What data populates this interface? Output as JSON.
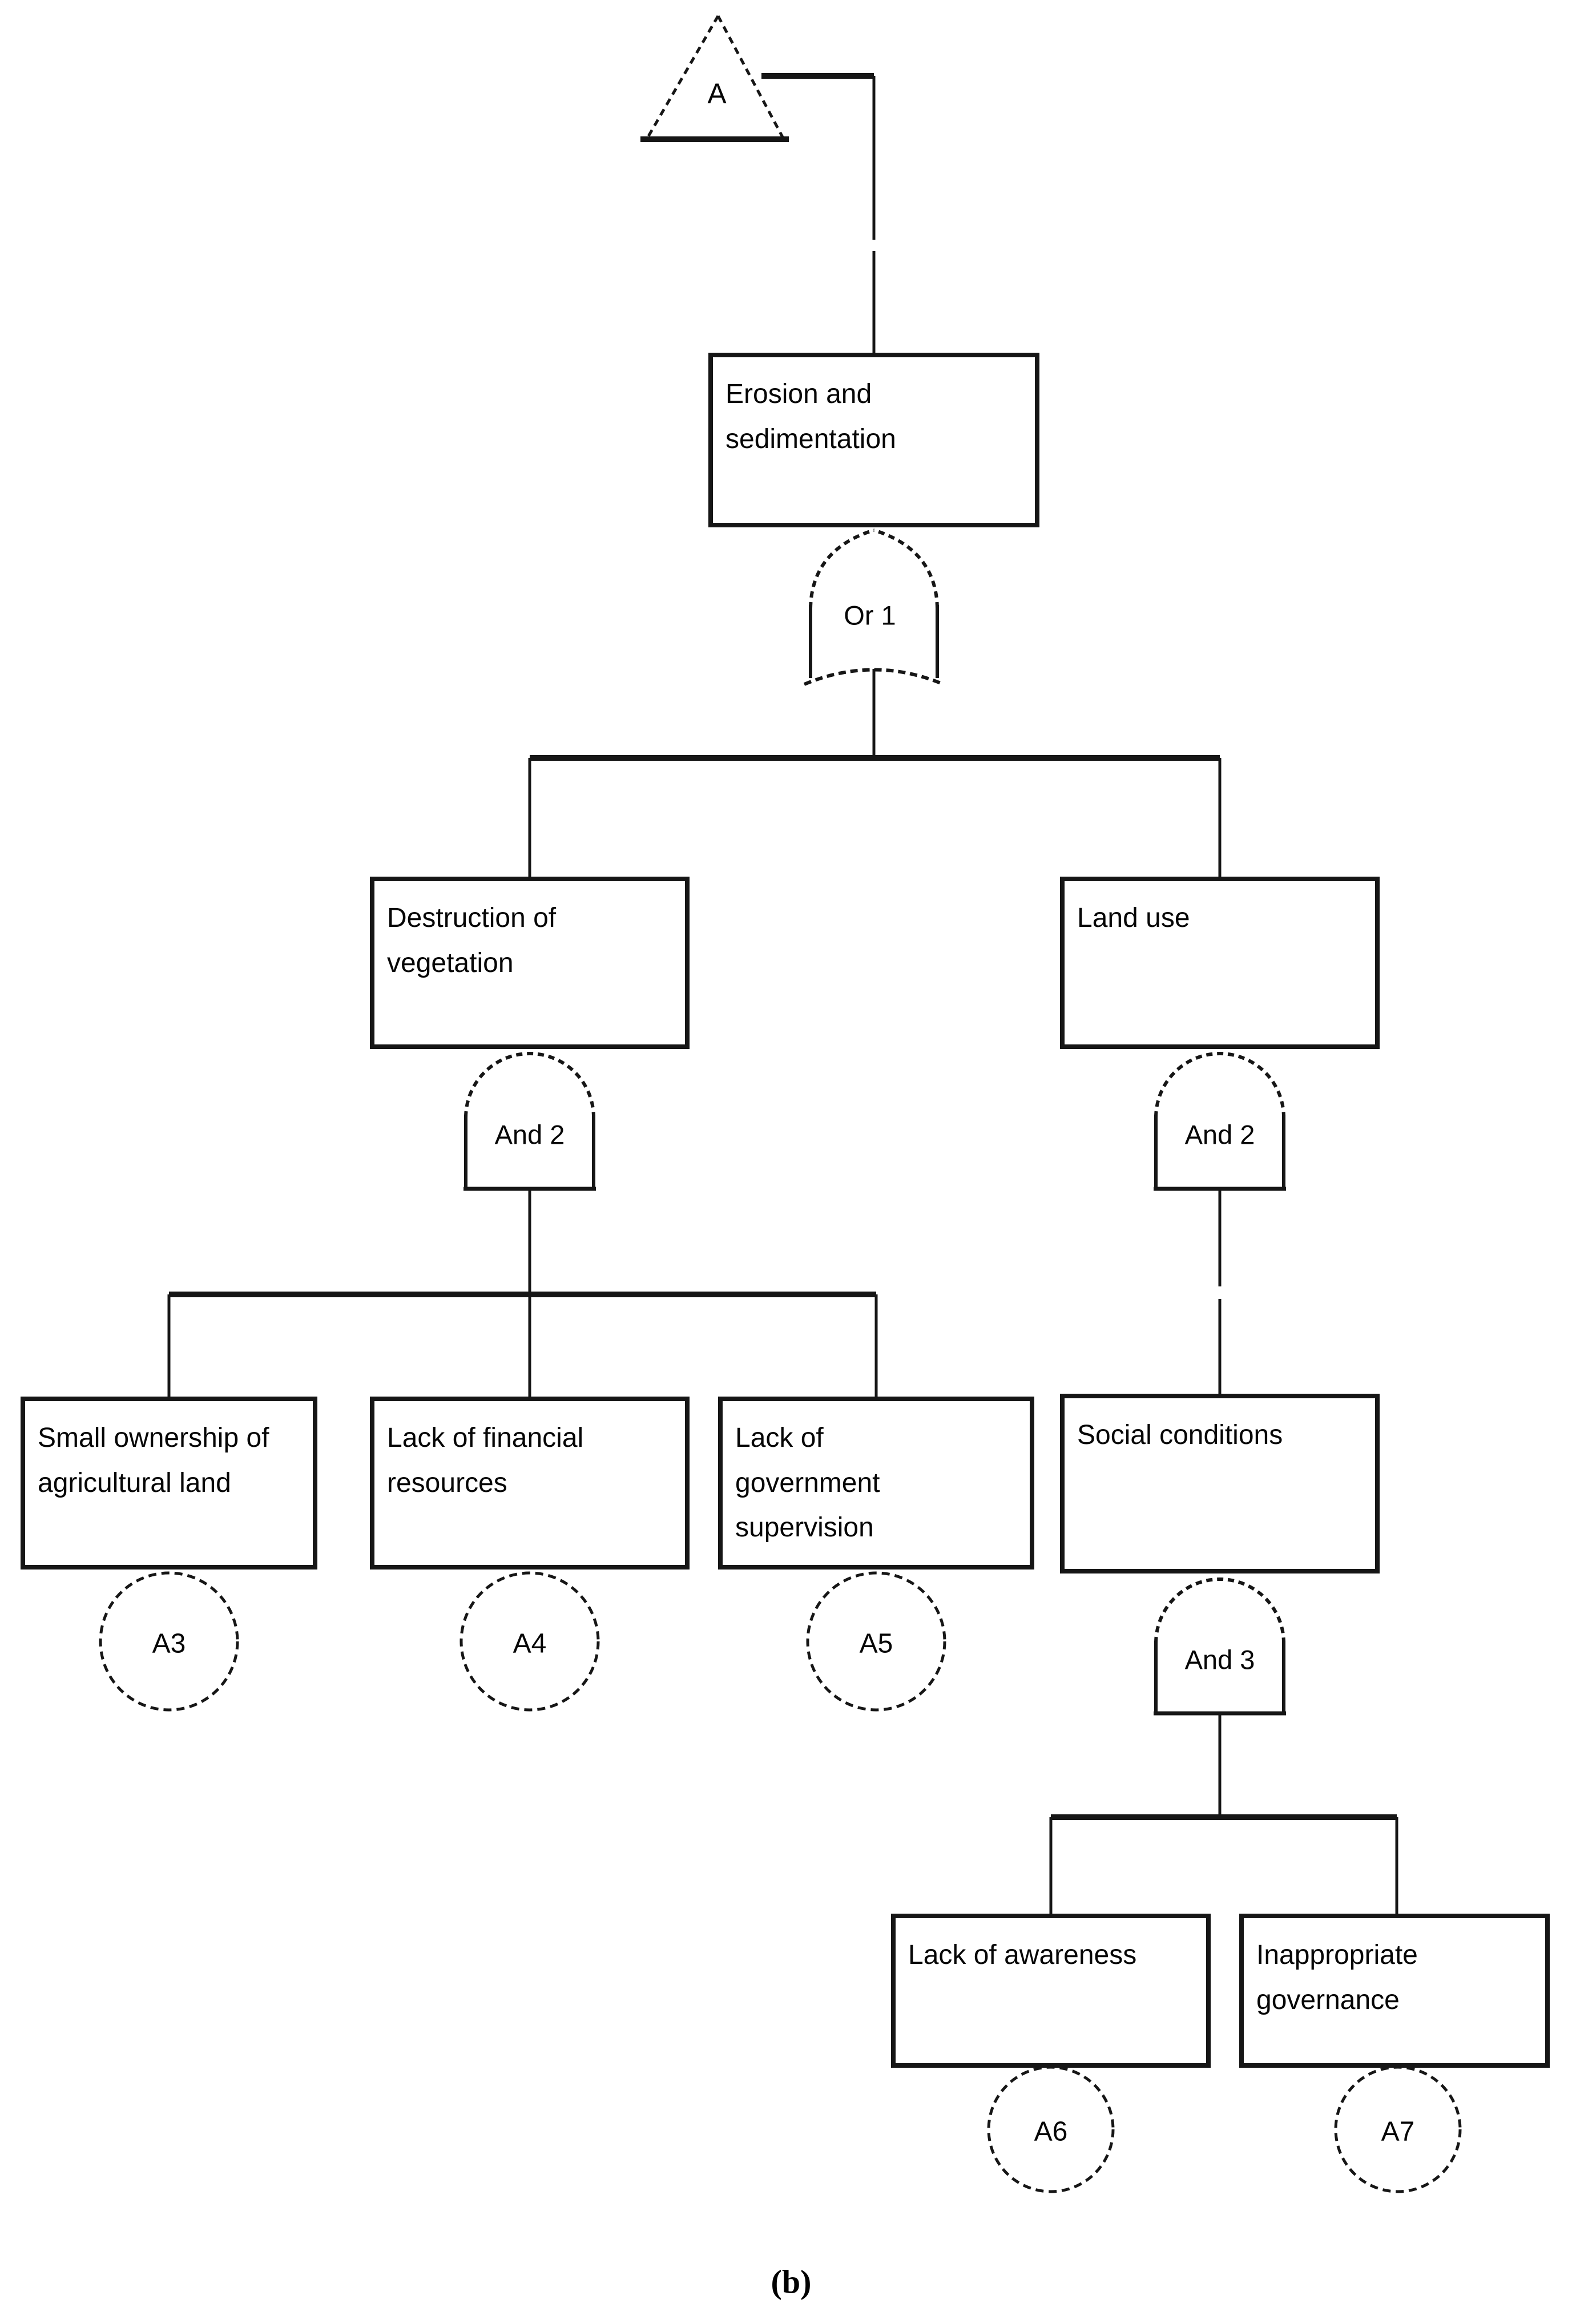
{
  "figure": {
    "caption": "(b)",
    "colors": {
      "background": "#ffffff",
      "line": "#161616",
      "text": "#060606"
    }
  },
  "diagram": {
    "type": "fault-tree",
    "transfer": {
      "label": "A"
    },
    "events": {
      "erosion": {
        "label": "Erosion and\nsedimentation"
      },
      "destruction": {
        "label": "Destruction of\nvegetation"
      },
      "land_use": {
        "label": "Land use"
      },
      "small_ownership": {
        "label": "Small ownership of\nagricultural land"
      },
      "financial": {
        "label": "Lack of financial\nresources"
      },
      "government": {
        "label": "Lack of\ngovernment\nsupervision"
      },
      "social": {
        "label": "Social conditions"
      },
      "awareness": {
        "label": "Lack of awareness"
      },
      "governance": {
        "label": "Inappropriate\ngovernance"
      }
    },
    "gates": {
      "or1": {
        "type": "OR",
        "label": "Or 1"
      },
      "and2_left": {
        "type": "AND",
        "label": "And 2"
      },
      "and2_right": {
        "type": "AND",
        "label": "And 2"
      },
      "and3": {
        "type": "AND",
        "label": "And 3"
      }
    },
    "basic_events": {
      "a3": {
        "label": "A3"
      },
      "a4": {
        "label": "A4"
      },
      "a5": {
        "label": "A5"
      },
      "a6": {
        "label": "A6"
      },
      "a7": {
        "label": "A7"
      }
    }
  }
}
